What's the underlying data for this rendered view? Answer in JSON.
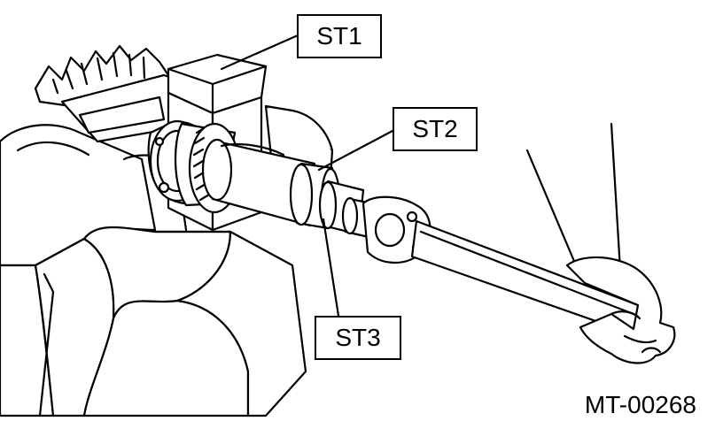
{
  "callouts": {
    "st1": "ST1",
    "st2": "ST2",
    "st3": "ST3"
  },
  "figure_id": "MT-00268",
  "colors": {
    "ink": "#000000",
    "paper": "#ffffff"
  }
}
